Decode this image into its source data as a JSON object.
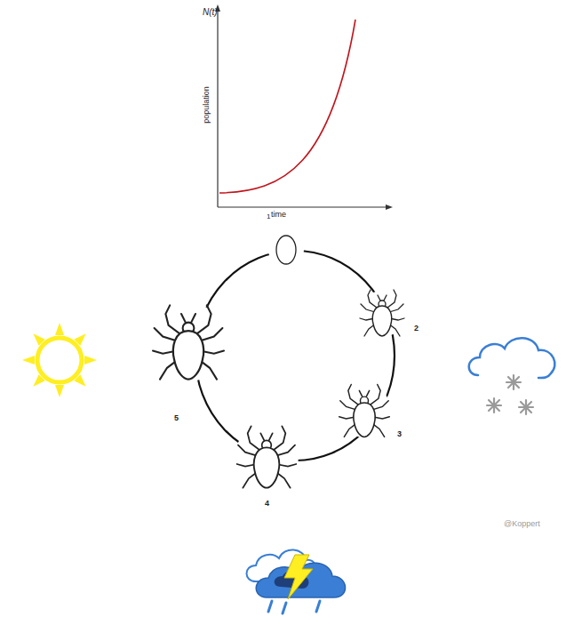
{
  "diagram": {
    "labels": [
      "N(t)",
      "population",
      "1",
      "time",
      "2",
      "3",
      "4",
      "5",
      "@Koppert"
    ]
  }
}
